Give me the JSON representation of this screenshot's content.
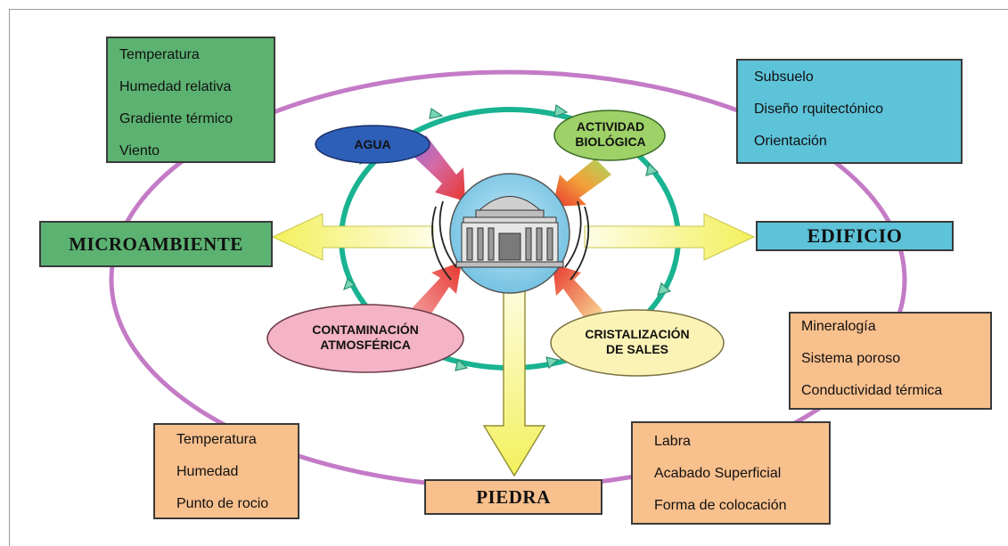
{
  "center_node": {
    "icon": "building-icon"
  },
  "factors": {
    "agua": "AGUA",
    "actividad_biologica": [
      "ACTIVIDAD",
      "BIOLÓGICA"
    ],
    "contaminacion": [
      "CONTAMINACIÓN",
      "ATMOSFÉRICA"
    ],
    "cristalizacion": [
      "CRISTALIZACIÓN",
      "DE SALES"
    ]
  },
  "outputs": {
    "microambiente": "MICROAMBIENTE",
    "edificio": "EDIFICIO",
    "piedra": "PIEDRA"
  },
  "lists": {
    "microambiente": [
      "Temperatura",
      "Humedad relativa",
      "Gradiente térmico",
      "Viento"
    ],
    "edificio": [
      "Subsuelo",
      "Diseño rquitectónico",
      "Orientación"
    ],
    "piedra_mineral": [
      "Mineralogía",
      "Sistema poroso",
      "Conductividad térmica"
    ],
    "piedra_ambiente": [
      "Temperatura",
      "Humedad",
      "Punto de rocio"
    ],
    "piedra_acabado": [
      "Labra",
      "Acabado Superficial",
      "Forma de colocación"
    ]
  },
  "colors": {
    "green_box": "#5cb271",
    "blue_box": "#5dc3d9",
    "orange_box": "#f8c08d",
    "outer_ellipse": "#c47bc6",
    "inner_circle": "#19b392",
    "center_disc": "#7fc6e6",
    "agua_oval": "#2e5fb8",
    "biologica_oval": "#9ed268",
    "contaminacion_oval": "#f4b4c6",
    "cristalizacion_oval": "#fbf3b6",
    "yellow_arrow": "#f6f36a"
  }
}
